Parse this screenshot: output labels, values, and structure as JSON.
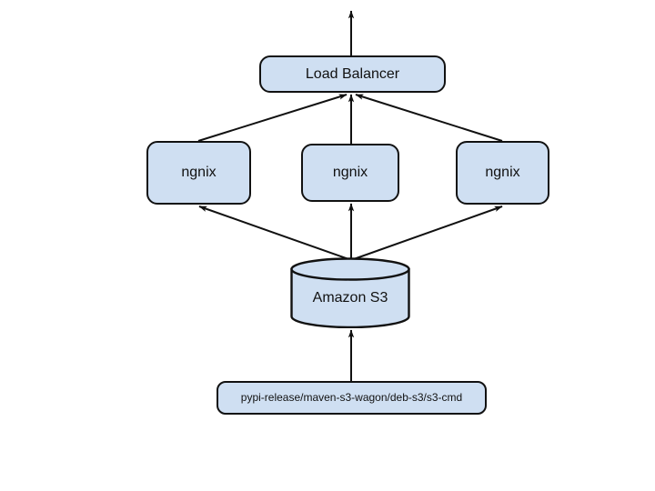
{
  "diagram": {
    "title": "",
    "background_color": "#ffffff",
    "node_fill": "#cfdff2",
    "node_stroke": "#111111",
    "nodes": {
      "load_balancer": {
        "label": "Load Balancer",
        "shape": "rounded-rect"
      },
      "ngnix_left": {
        "label": "ngnix",
        "shape": "rounded-rect"
      },
      "ngnix_center": {
        "label": "ngnix",
        "shape": "rounded-rect"
      },
      "ngnix_right": {
        "label": "ngnix",
        "shape": "rounded-rect"
      },
      "amazon_s3": {
        "label": "Amazon S3",
        "shape": "cylinder"
      },
      "publisher": {
        "label": "pypi-release/maven-s3-wagon/deb-s3/s3-cmd",
        "shape": "rounded-rect"
      }
    },
    "edges": [
      {
        "from": "load_balancer",
        "to": "external-up",
        "direction": "up"
      },
      {
        "from": "ngnix_left",
        "to": "load_balancer",
        "direction": "up"
      },
      {
        "from": "ngnix_center",
        "to": "load_balancer",
        "direction": "up"
      },
      {
        "from": "ngnix_right",
        "to": "load_balancer",
        "direction": "up"
      },
      {
        "from": "amazon_s3",
        "to": "ngnix_left",
        "direction": "up"
      },
      {
        "from": "amazon_s3",
        "to": "ngnix_center",
        "direction": "up"
      },
      {
        "from": "amazon_s3",
        "to": "ngnix_right",
        "direction": "up"
      },
      {
        "from": "publisher",
        "to": "amazon_s3",
        "direction": "up"
      }
    ]
  }
}
